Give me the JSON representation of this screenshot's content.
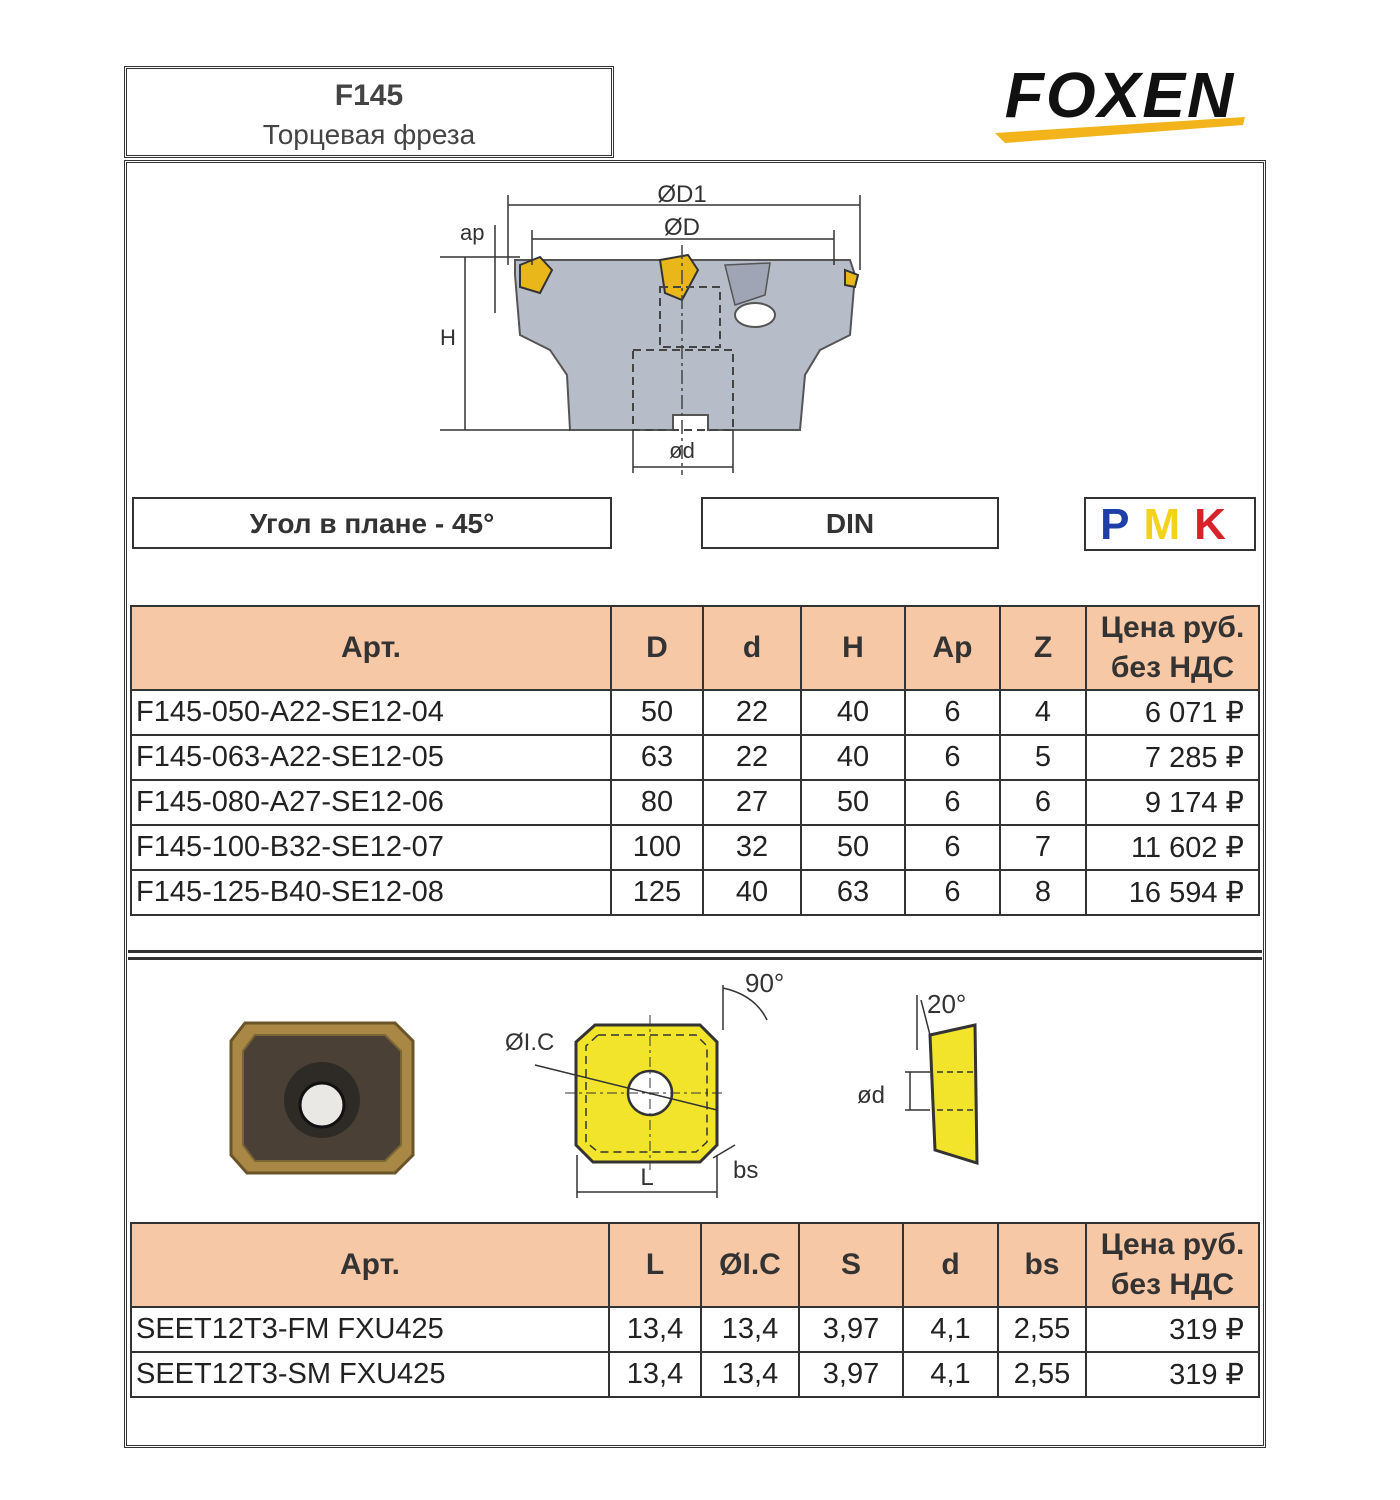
{
  "header": {
    "code": "F145",
    "subtitle": "Торцевая фреза",
    "brand": "FOXEN"
  },
  "diagram_top": {
    "labels": {
      "d1": "ØD1",
      "d": "ØD",
      "ap": "ap",
      "h": "H",
      "bore": "ød"
    }
  },
  "info": {
    "angle": "Угол в плане - 45°",
    "standard": "DIN",
    "materials": [
      "P",
      "M",
      "K"
    ],
    "material_colors": [
      "#1f3fa8",
      "#f2d21a",
      "#d8232a"
    ]
  },
  "cutter_table": {
    "headers": [
      "Арт.",
      "D",
      "d",
      "H",
      "Ap",
      "Z",
      "Цена руб. без НДС"
    ],
    "rows": [
      [
        "F145-050-A22-SE12-04",
        "50",
        "22",
        "40",
        "6",
        "4",
        "6 071 ₽"
      ],
      [
        "F145-063-A22-SE12-05",
        "63",
        "22",
        "40",
        "6",
        "5",
        "7 285 ₽"
      ],
      [
        "F145-080-A27-SE12-06",
        "80",
        "27",
        "50",
        "6",
        "6",
        "9 174 ₽"
      ],
      [
        "F145-100-B32-SE12-07",
        "100",
        "32",
        "50",
        "6",
        "7",
        "11 602 ₽"
      ],
      [
        "F145-125-B40-SE12-08",
        "125",
        "40",
        "63",
        "6",
        "8",
        "16 594 ₽"
      ]
    ]
  },
  "diagram_insert": {
    "labels": {
      "angle90": "90°",
      "ic": "ØI.C",
      "bs": "bs",
      "l": "L",
      "angle20": "20°",
      "d": "ød"
    }
  },
  "insert_table": {
    "headers": [
      "Арт.",
      "L",
      "ØI.C",
      "S",
      "d",
      "bs",
      "Цена руб. без НДС"
    ],
    "rows": [
      [
        "SEET12T3-FM FXU425",
        "13,4",
        "13,4",
        "3,97",
        "4,1",
        "2,55",
        "319 ₽"
      ],
      [
        "SEET12T3-SM FXU425",
        "13,4",
        "13,4",
        "3,97",
        "4,1",
        "2,55",
        "319 ₽"
      ]
    ]
  }
}
